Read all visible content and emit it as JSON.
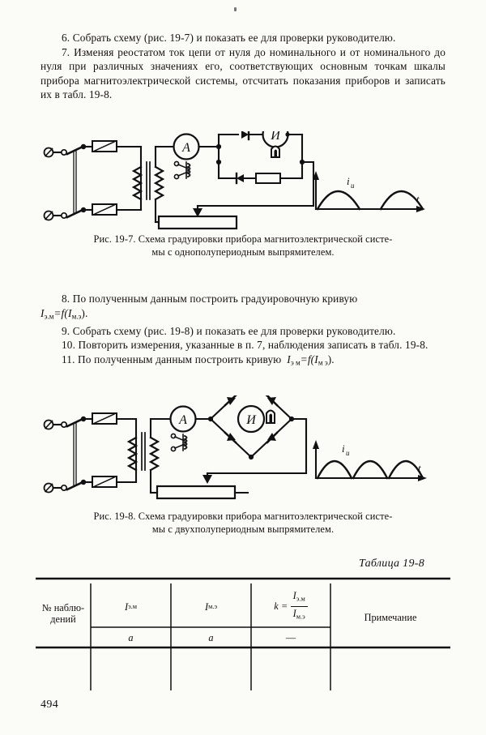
{
  "document": {
    "page_number": "494",
    "table_label": "Таблица 19-8"
  },
  "paragraphs": {
    "p6": "6. Собрать схему (рис. 19-7) и показать ее для проверки руководителю.",
    "p7": "7. Изменяя реостатом ток цепи от нуля до номинального и от номинального до нуля при различных значениях его, соответствующих основным точкам шкалы прибора магнитоэлектрической системы, отсчитать показания приборов и записать их в табл. 19-8.",
    "p8_lead": "8. По полученным данным построить градуировочную кривую",
    "p8_formula_I": "I",
    "p8_formula_sub1": "э.м",
    "p8_formula_eq": "=f(",
    "p8_formula_I2": "I",
    "p8_formula_sub2": "м.э",
    "p8_formula_tail": ").",
    "p9": "9. Собрать схему (рис. 19-8) и показать ее для проверки руководителю.",
    "p10": "10. Повторить измерения, указанные в п. 7, наблюдения записать в табл. 19-8.",
    "p11_lead": "11. По полученным данным построить кривую",
    "p11_formula_I": "I",
    "p11_formula_sub1": "э м",
    "p11_formula_eq": "=f(",
    "p11_formula_I2": "I",
    "p11_formula_sub2": "м э",
    "p11_formula_tail": ")."
  },
  "figures": [
    {
      "id": "fig-19-7",
      "caption_line1": "Рис. 19-7. Схема градуировки прибора магнитоэлектрической систе-",
      "caption_line2": "мы с однополупериодным выпрямителем.",
      "ammeter_label": "А",
      "instrument_label": "И",
      "waveform": {
        "current_label": "i",
        "current_sub": "и",
        "time_label": "t",
        "type": "half-wave"
      }
    },
    {
      "id": "fig-19-8",
      "caption_line1": "Рис. 19-8. Схема градуировки прибора магнитоэлектрической систе-",
      "caption_line2": "мы с двухполупериодным выпрямителем.",
      "ammeter_label": "А",
      "instrument_label": "И",
      "waveform": {
        "current_label": "i",
        "current_sub": "и",
        "time_label": "t",
        "type": "full-wave"
      }
    }
  ],
  "table": {
    "columns": [
      {
        "header": "№ наблю-",
        "header2": "дений",
        "unit": ""
      },
      {
        "header": "I",
        "header_sub": "э.м",
        "unit": "a"
      },
      {
        "header": "I",
        "header_sub": "м.э",
        "unit": "a"
      },
      {
        "header": "k",
        "header_num": "I",
        "header_num_sub": "э.м",
        "header_den": "I",
        "header_den_sub": "м.э",
        "unit": "—"
      },
      {
        "header": "Примечание",
        "unit": ""
      }
    ],
    "rows": [
      [
        "",
        "",
        "",
        "",
        ""
      ]
    ]
  },
  "colors": {
    "ink": "#14110f",
    "paper": "#fbfbf8",
    "line": "#111111"
  }
}
